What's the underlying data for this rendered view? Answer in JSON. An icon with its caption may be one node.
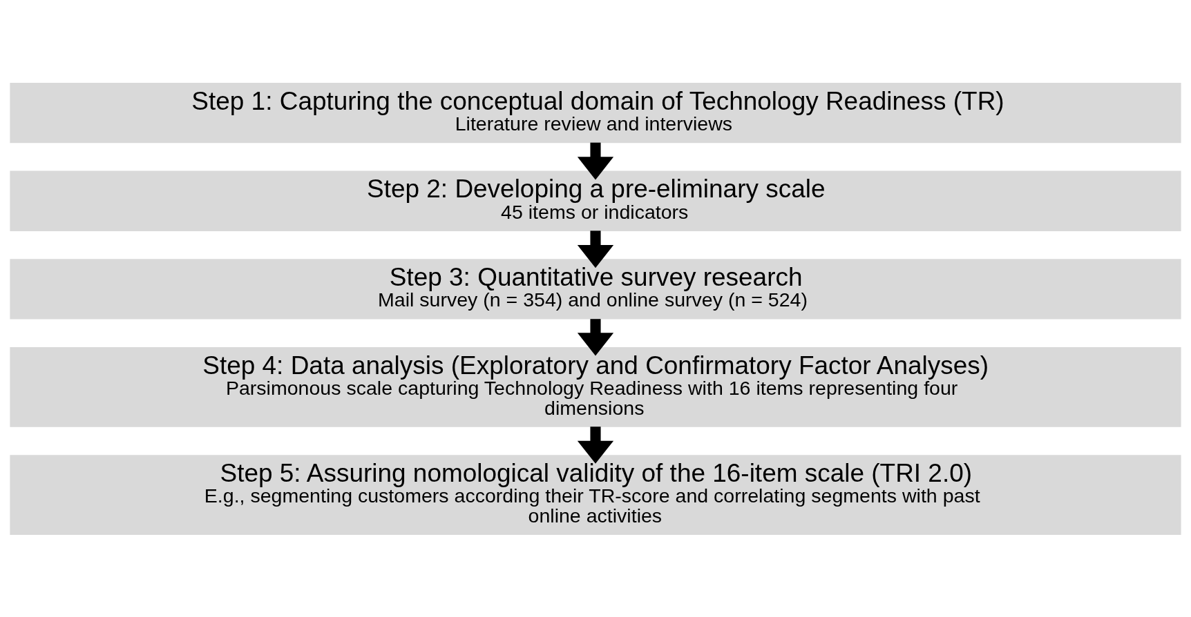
{
  "diagram": {
    "nodes": [
      {
        "text": [
          "Step 1: Capturing the conceptual domain of Technology Readiness (TR)",
          "Literature review and interviews"
        ]
      },
      {
        "text": [
          "Step 2: Developing a pre-eliminary scale",
          "45 items or indicators"
        ]
      },
      {
        "text": [
          "Step 3: Quantitative survey research",
          "Mail survey (n = 354) and online survey (n = 524)"
        ]
      },
      {
        "text": [
          "Step 4: Data analysis (Exploratory and Confirmatory Factor Analyses)",
          "Parsimonous scale capturing Technology Readiness with 16 items representing four dimensions"
        ]
      },
      {
        "text": [
          "Step 5: Assuring nomological validity of the 16-item scale (TRI 2.0)",
          "E.g., segmenting customers according their TR-score and correlating segments with past online activities"
        ]
      }
    ],
    "edges": [
      {
        "from": 0,
        "to": 1,
        "arrow": "to"
      },
      {
        "from": 1,
        "to": 2,
        "arrow": "to"
      },
      {
        "from": 2,
        "to": 3,
        "arrow": "to"
      },
      {
        "from": 3,
        "to": 4,
        "arrow": "to"
      }
    ]
  }
}
